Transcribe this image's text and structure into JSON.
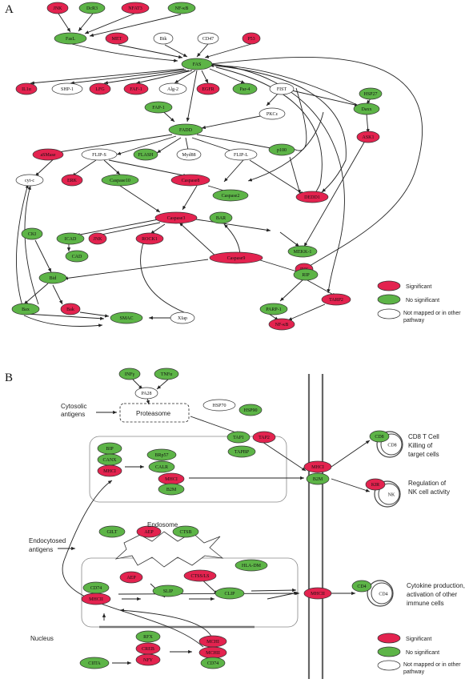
{
  "colors": {
    "significant": "#E3234F",
    "no_significant": "#5DB447",
    "not_mapped": "#FFFFFF"
  },
  "panels": {
    "a": "A",
    "b": "B"
  },
  "legend_a": [
    "Significant",
    "No significant",
    "Not mapped or in other pathway"
  ],
  "legend_b": [
    "Significant",
    "No significant",
    "Not mapped or in other pathway"
  ],
  "nodes_a": [
    {
      "label": "JNK",
      "c": "s"
    },
    {
      "label": "DcR3",
      "c": "n"
    },
    {
      "label": "NFAT3",
      "c": "s"
    },
    {
      "label": "NF-κB",
      "c": "n"
    },
    {
      "label": "FasL",
      "c": "n"
    },
    {
      "label": "MET",
      "c": "s"
    },
    {
      "label": "Btk",
      "c": "w"
    },
    {
      "label": "CD47",
      "c": "w"
    },
    {
      "label": "P53",
      "c": "s"
    },
    {
      "label": "FAS",
      "c": "n"
    },
    {
      "label": "IL1α",
      "c": "s"
    },
    {
      "label": "SHP-1",
      "c": "w"
    },
    {
      "label": "LFG",
      "c": "s"
    },
    {
      "label": "FAF-1",
      "c": "s"
    },
    {
      "label": "Alg-2",
      "c": "w"
    },
    {
      "label": "EGFR",
      "c": "s"
    },
    {
      "label": "Par-4",
      "c": "n"
    },
    {
      "label": "FIST",
      "c": "w"
    },
    {
      "label": "HSP27",
      "c": "n"
    },
    {
      "label": "FAP-1",
      "c": "n"
    },
    {
      "label": "PKCε",
      "c": "w"
    },
    {
      "label": "Daxx",
      "c": "n"
    },
    {
      "label": "FADD",
      "c": "n"
    },
    {
      "label": "aSMase",
      "c": "s"
    },
    {
      "label": "FLIP-S",
      "c": "w"
    },
    {
      "label": "FLASH",
      "c": "n"
    },
    {
      "label": "Myd88",
      "c": "w"
    },
    {
      "label": "FLIP-L",
      "c": "w"
    },
    {
      "label": "p100",
      "c": "n"
    },
    {
      "label": "ASK1",
      "c": "s"
    },
    {
      "label": "cyt-c",
      "c": "w"
    },
    {
      "label": "ERK",
      "c": "s"
    },
    {
      "label": "Caspase10",
      "c": "n"
    },
    {
      "label": "Caspase8",
      "c": "s"
    },
    {
      "label": "Caspase2",
      "c": "n"
    },
    {
      "label": "DEDD1",
      "c": "s"
    },
    {
      "label": "Caspase3",
      "c": "s"
    },
    {
      "label": "BAR",
      "c": "n"
    },
    {
      "label": "ICAD",
      "c": "n"
    },
    {
      "label": "JNK",
      "c": "s"
    },
    {
      "label": "ROCK1",
      "c": "s"
    },
    {
      "label": "MEKK-1",
      "c": "n"
    },
    {
      "label": "CKI",
      "c": "n"
    },
    {
      "label": "CAD",
      "c": "n"
    },
    {
      "label": "JNK",
      "c": "s"
    },
    {
      "label": "Caspase9",
      "c": "s"
    },
    {
      "label": "Bid",
      "c": "n"
    },
    {
      "label": "RIP",
      "c": "n"
    },
    {
      "label": "PARP-1",
      "c": "n"
    },
    {
      "label": "Bax",
      "c": "n"
    },
    {
      "label": "Bak",
      "c": "s"
    },
    {
      "label": "TARP2",
      "c": "s"
    },
    {
      "label": "SMAC",
      "c": "n"
    },
    {
      "label": "XIap",
      "c": "w"
    },
    {
      "label": "NF-κB",
      "c": "s"
    }
  ],
  "nodes_b": [
    {
      "label": "INFγ",
      "c": "n"
    },
    {
      "label": "TNFα",
      "c": "n"
    },
    {
      "label": "PA28",
      "c": "w"
    },
    {
      "label": "HSP70",
      "c": "w"
    },
    {
      "label": "HSP90",
      "c": "n"
    },
    {
      "label": "BIP",
      "c": "n"
    },
    {
      "label": "CANX",
      "c": "n"
    },
    {
      "label": "MHCI",
      "c": "s"
    },
    {
      "label": "BRp57",
      "c": "n"
    },
    {
      "label": "CALR",
      "c": "n"
    },
    {
      "label": "MHCI",
      "c": "s"
    },
    {
      "label": "B2M",
      "c": "n"
    },
    {
      "label": "TAP1",
      "c": "n"
    },
    {
      "label": "TAP2",
      "c": "s"
    },
    {
      "label": "TAPBP",
      "c": "n"
    },
    {
      "label": "MHCI",
      "c": "s"
    },
    {
      "label": "B2M",
      "c": "n"
    },
    {
      "label": "CD8",
      "c": "n"
    },
    {
      "label": "KIR",
      "c": "s"
    },
    {
      "label": "GILT",
      "c": "n"
    },
    {
      "label": "AEP",
      "c": "s"
    },
    {
      "label": "CTSB",
      "c": "n"
    },
    {
      "label": "HLA-DM",
      "c": "n"
    },
    {
      "label": "CD74",
      "c": "n"
    },
    {
      "label": "AEP",
      "c": "s"
    },
    {
      "label": "CTSS/LS",
      "c": "s"
    },
    {
      "label": "SLIP",
      "c": "n"
    },
    {
      "label": "CLIP",
      "c": "n"
    },
    {
      "label": "MHCII",
      "c": "s"
    },
    {
      "label": "MHCII",
      "c": "s"
    },
    {
      "label": "CD4",
      "c": "n"
    },
    {
      "label": "RFX",
      "c": "n"
    },
    {
      "label": "CREB",
      "c": "s"
    },
    {
      "label": "NFY",
      "c": "s"
    },
    {
      "label": "CIITA",
      "c": "n"
    },
    {
      "label": "MCHI",
      "c": "s"
    },
    {
      "label": "MCHII",
      "c": "s"
    },
    {
      "label": "CD74",
      "c": "n"
    }
  ],
  "texts_b": {
    "cytosolic": [
      "Cytosolic",
      "antigens"
    ],
    "proteasome": "Proteasome",
    "endosome": "Endosome",
    "endocytosed": [
      "Endocytosed",
      "antigens"
    ],
    "nucleus": "Nucleus",
    "cd8_text": [
      "CD8 T Cell",
      "Killing of",
      "target cells"
    ],
    "nk_text": [
      "Regulation of",
      "NK cell activity"
    ],
    "cd4_text": [
      "Cytokine production,",
      "activation of other",
      "immune cells"
    ],
    "cell_cd8": "CD8",
    "cell_nk": "NK",
    "cell_cd4": "CD4"
  }
}
